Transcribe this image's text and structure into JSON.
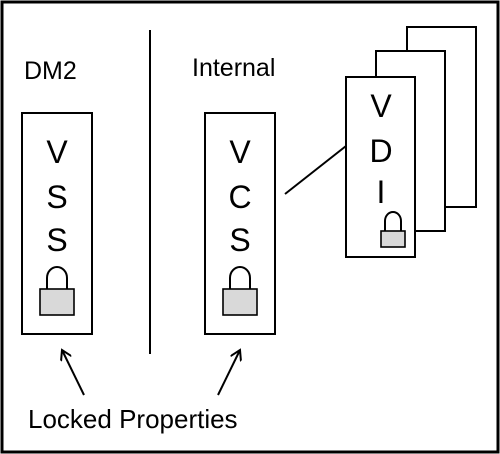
{
  "labels": {
    "left_title": "DM2",
    "right_title": "Internal",
    "caption": "Locked Properties"
  },
  "left_box": {
    "letters": [
      "V",
      "S",
      "S"
    ]
  },
  "middle_box": {
    "letters": [
      "V",
      "C",
      "S"
    ]
  },
  "stacked_box": {
    "letters": [
      "V",
      "D",
      "I"
    ]
  },
  "colors": {
    "stroke": "#000000",
    "background": "#ffffff",
    "lock_fill": "#d9d9d9"
  },
  "icons": [
    "padlock-icon",
    "arrow-icon"
  ]
}
